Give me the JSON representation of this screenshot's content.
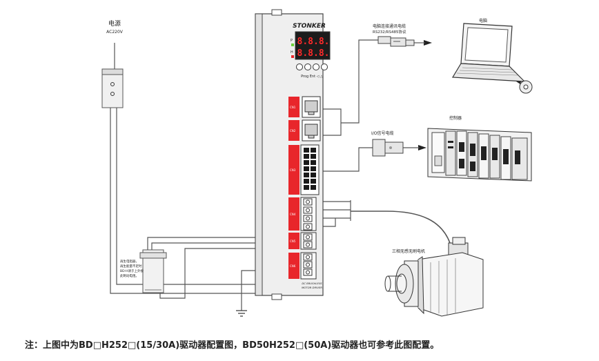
{
  "labels": {
    "power_title": "电源",
    "power_voltage": "AC220V",
    "pc_cable": "电脑连接通讯电缆",
    "pc_protocol": "RS232/RS485协议",
    "computer": "电脑",
    "controller": "控制器",
    "io_cable": "I/O信号电缆",
    "motor": "三相无感无刷电机",
    "brake_note": [
      "再生电阻器，",
      "再生能量不足时",
      "BD-H请于上外接",
      "此制动电阻。"
    ]
  },
  "driver": {
    "brand": "STONKER",
    "display_top": "8.8.8.",
    "display_bottom": "8.8.8.",
    "led_top": "P",
    "led_bottom": "H",
    "keys": "Prog Ent ◁ △",
    "footer_line1": "DC BRUSHLESS",
    "footer_line2": "MOTOR DRIVER",
    "port_labels": [
      "CN1",
      "CN2",
      "CN3",
      "CN4",
      "CN5",
      "CN6"
    ]
  },
  "caption": "注：上图中为BD□H252□(15/30A)驱动器配置图，BD50H252□(50A)驱动器也可参考此图配置。",
  "colors": {
    "accent_red": "#e8262b",
    "line": "#555555",
    "driver_body": "#efefef",
    "device_fill": "#f2f2f2"
  }
}
